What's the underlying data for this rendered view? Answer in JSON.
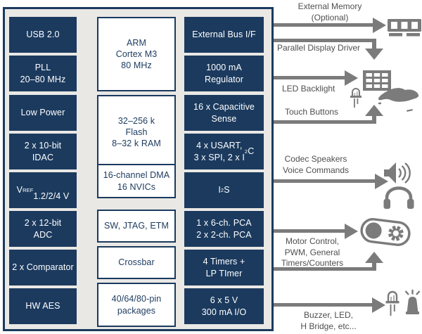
{
  "colors": {
    "navy": "#1b3a5e",
    "panel_bg": "#e9e8e5",
    "arrow_gray": "#7b7b7c",
    "label_gray": "#4e4f51"
  },
  "mcu": {
    "left": [
      "USB 2.0",
      "PLL\n20–80 MHz",
      "Low Power",
      "2 x 10-bit\nIDAC",
      "V_{REF}\n1.2/2/4 V",
      "2 x 12-bit\nADC",
      "2 x Comparator",
      "HW AES"
    ],
    "middle": [
      "ARM\nCortex M3\n80 MHz",
      "32–256 k\nFlash\n8–32 k RAM",
      "16-channel DMA\n16 NVICs",
      "SW, JTAG, ETM",
      "Crossbar",
      "40/64/80-pin\npackages"
    ],
    "right": [
      "External Bus I/F",
      "1000 mA\nRegulator",
      "16 x Capacitive\nSense",
      "4 x USART,\n3 x SPI, 2 x I^{2}C",
      "I^{2}S",
      "1 x 6-ch. PCA\n2 x 2-ch. PCA",
      "4 Timers +\nLP TImer",
      "6 x 5 V\n300 mA I/O"
    ]
  },
  "right_side": {
    "external_memory_label": "External Memory\n(Optional)",
    "parallel_display_label": "Parallel Display Driver",
    "led_backlight_label": "LED Backlight",
    "touch_buttons_label": "Touch Buttons",
    "codec_label": "Codec Speakers\nVoice Commands",
    "motor_label": "Motor Control,\nPWM, General\nTimers/Counters",
    "buzzer_label": "Buzzer, LED,\nH Bridge, etc...",
    "icons": [
      "memory-module-icon",
      "led-matrix-icon",
      "led-icon",
      "hand-touch-icon",
      "speaker-icon",
      "headphones-icon",
      "motor-icon",
      "led-icon",
      "siren-icon"
    ]
  }
}
